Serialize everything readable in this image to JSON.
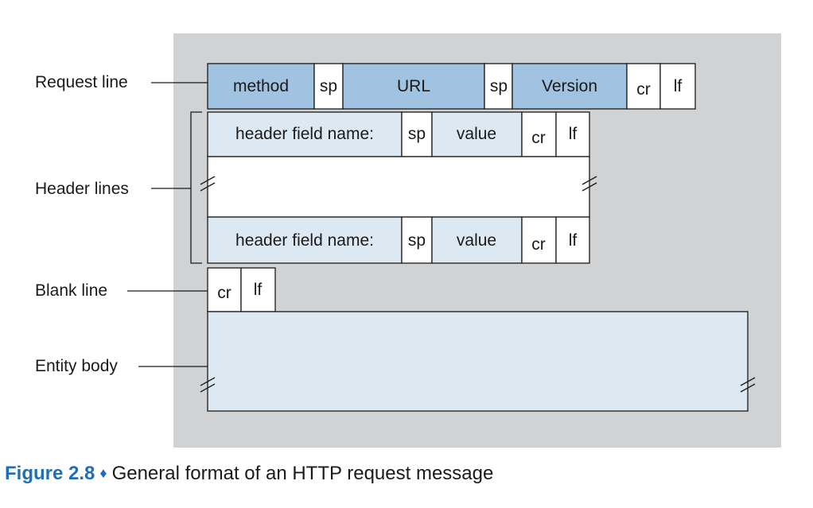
{
  "labels": {
    "request_line": "Request line",
    "header_lines": "Header lines",
    "blank_line": "Blank line",
    "entity_body": "Entity body"
  },
  "request_line": {
    "method": "method",
    "sp1": "sp",
    "url": "URL",
    "sp2": "sp",
    "version": "Version",
    "cr": "cr",
    "lf": "lf"
  },
  "header_line": {
    "name": "header field name:",
    "sp": "sp",
    "value": "value",
    "cr": "cr",
    "lf": "lf"
  },
  "blank_line": {
    "cr": "cr",
    "lf": "lf"
  },
  "caption": {
    "figure": "Figure 2.8",
    "separator": "♦",
    "text": "General format of an HTTP request message"
  },
  "colors": {
    "panel": "#d1d2d4",
    "request_fill": "#9fc3e0",
    "header_fill": "#dce9f3",
    "cell_fill": "#ffffff",
    "accent": "#1f6fb7"
  }
}
